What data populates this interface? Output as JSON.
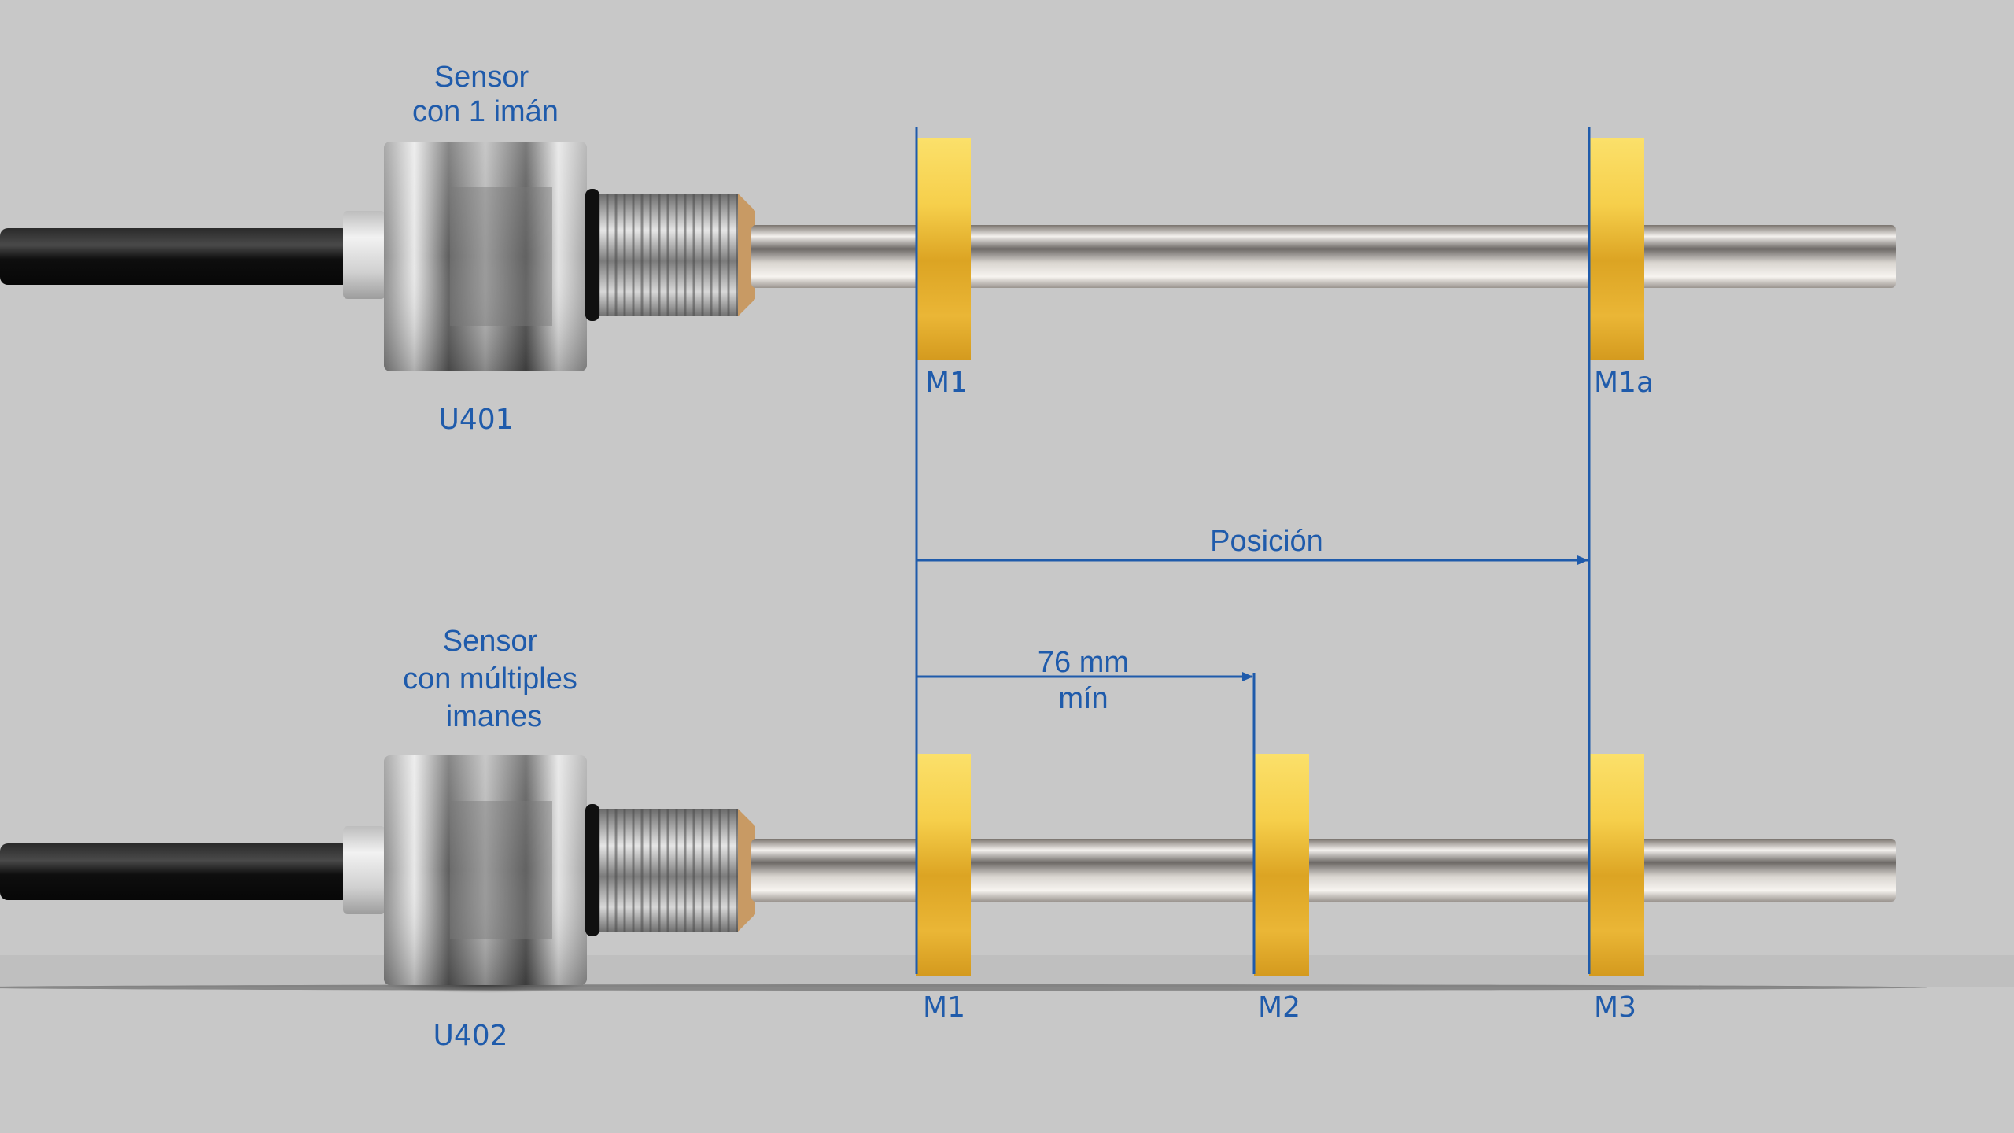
{
  "sensor_single": {
    "title_line1": "Sensor",
    "title_line2": "con 1 imán",
    "part_number": "U401",
    "magnets": [
      "M1",
      "M1a"
    ]
  },
  "sensor_multi": {
    "title_line1": "Sensor",
    "title_line2": "con múltiples",
    "title_line3": "imanes",
    "part_number": "U402",
    "magnets": [
      "M1",
      "M2",
      "M3"
    ]
  },
  "dimensions": {
    "position_label": "Posición",
    "min_spacing_line1": "76 mm",
    "min_spacing_line2": "mín"
  },
  "colors": {
    "background": "#c8c8c8",
    "annotation": "#1f5bab",
    "magnet": "#e9b52e",
    "cable": "#141414"
  }
}
